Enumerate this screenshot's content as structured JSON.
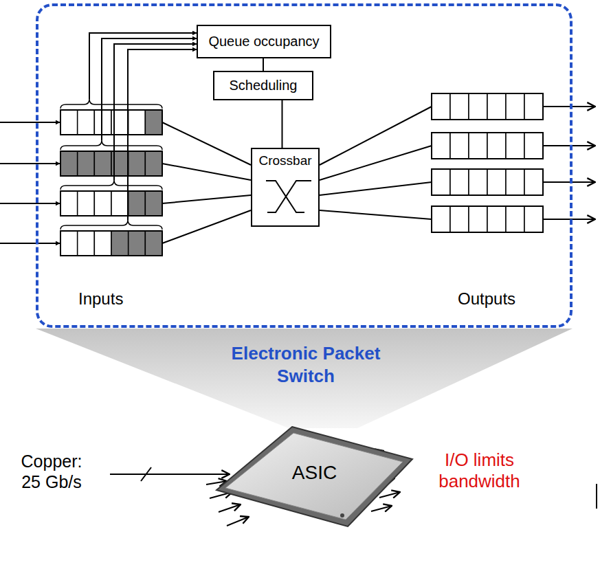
{
  "diagram": {
    "nodes": [
      {
        "text": [
          "Inputs",
          "Outputs"
        ]
      },
      {
        "text": [
          "Queue occupancy"
        ],
        "in": 0
      },
      {
        "text": [
          "Scheduling"
        ],
        "in": 0
      },
      {
        "text": [
          "Crossbar"
        ],
        "in": 0
      },
      {
        "text": [
          "Electronic Packet Switch"
        ]
      },
      {
        "text": [
          "ASIC"
        ]
      }
    ],
    "edges": [
      {
        "from": 1,
        "to": 2,
        "arrow": "none"
      },
      {
        "from": 2,
        "to": 3,
        "arrow": "none"
      }
    ],
    "labels": [
      "Copper: 25 Gb/s",
      "I/O limits bandwidth"
    ]
  }
}
